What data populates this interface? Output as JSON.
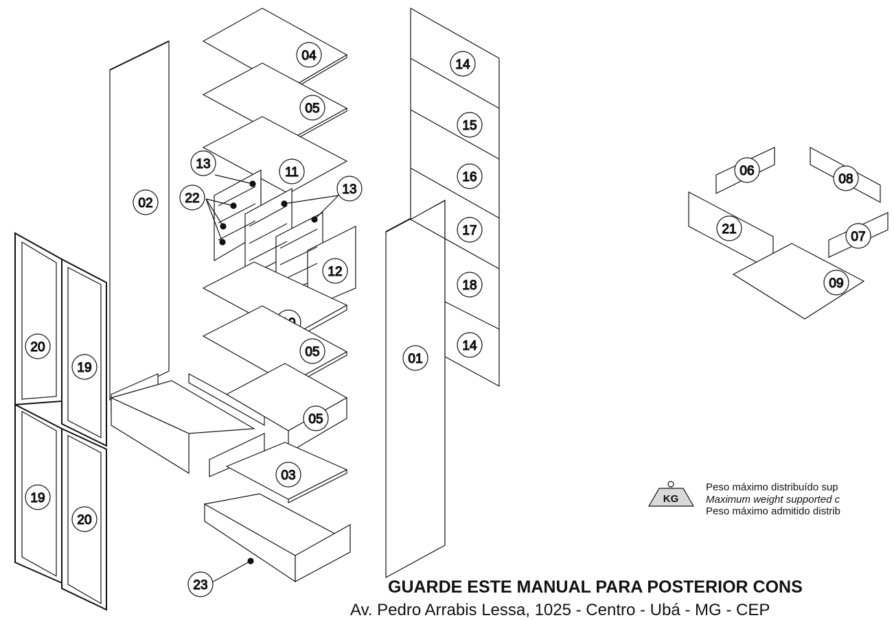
{
  "part_labels": [
    "01",
    "02",
    "03",
    "04",
    "05",
    "06",
    "07",
    "08",
    "09",
    "10",
    "11",
    "12",
    "13",
    "14",
    "15",
    "16",
    "17",
    "18",
    "19",
    "20",
    "21",
    "22",
    "23"
  ],
  "weight_badge": {
    "icon": "weight-kg-icon",
    "text": "KG"
  },
  "weight_notes": [
    "Peso máximo distribuído sup",
    "Maximum weight supported c",
    "Peso máximo admitido distrib"
  ],
  "footer": {
    "title": "GUARDE ESTE MANUAL PARA POSTERIOR CONS",
    "address": "Av. Pedro Arrabis Lessa, 1025 - Centro - Ubá - MG - CEP"
  }
}
